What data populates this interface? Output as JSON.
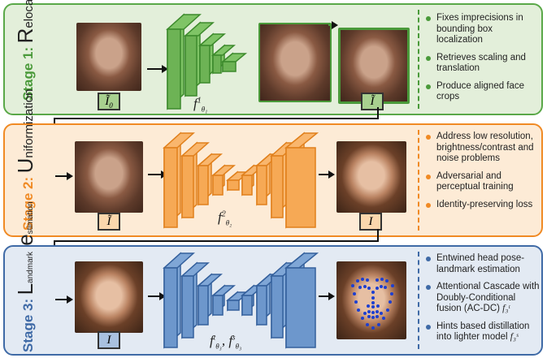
{
  "stages": [
    {
      "tag": "Stage 1:",
      "cap_letter": "R",
      "rest": "elocalisation",
      "function_label": "f",
      "function_sup": "1",
      "function_sub": "θ₁",
      "input_symbol": "Ĩ₀",
      "output_symbol": "Ĩ",
      "bullets": [
        "Fixes imprecisions in bounding box localization",
        "Retrieves scaling and translation",
        "Produce aligned face crops"
      ],
      "color": "#5aa848"
    },
    {
      "tag": "Stage 2:",
      "cap_letter": "U",
      "rest": "niformization",
      "function_label": "f",
      "function_sup": "2",
      "function_sub": "θ₂",
      "input_symbol": "Ĩ",
      "output_symbol": "I",
      "bullets": [
        "Address low resolution, brightness/contrast and noise problems",
        "Adversarial and perceptual training",
        "Identity-preserving loss"
      ],
      "color": "#f08a24"
    },
    {
      "tag": "Stage 3:",
      "cap_letter": "L",
      "rest_small_1": "andmark",
      "cap_letter_2": "e",
      "rest_small_2": "stimation",
      "function_label": "f",
      "function_sub": "θ₃",
      "function_sup_a": "t",
      "function_sup_b": "s",
      "input_symbol": "I",
      "bullets": [
        "Entwined head pose-landmark estimation",
        "Attentional Cascade with Doubly-Conditional fusion (AC-DC)",
        "Hints based distillation into lighter model"
      ],
      "bullet_suffix": [
        "",
        "f₃ᵗ",
        "f₃ˢ"
      ],
      "color": "#3f6aa6"
    }
  ]
}
